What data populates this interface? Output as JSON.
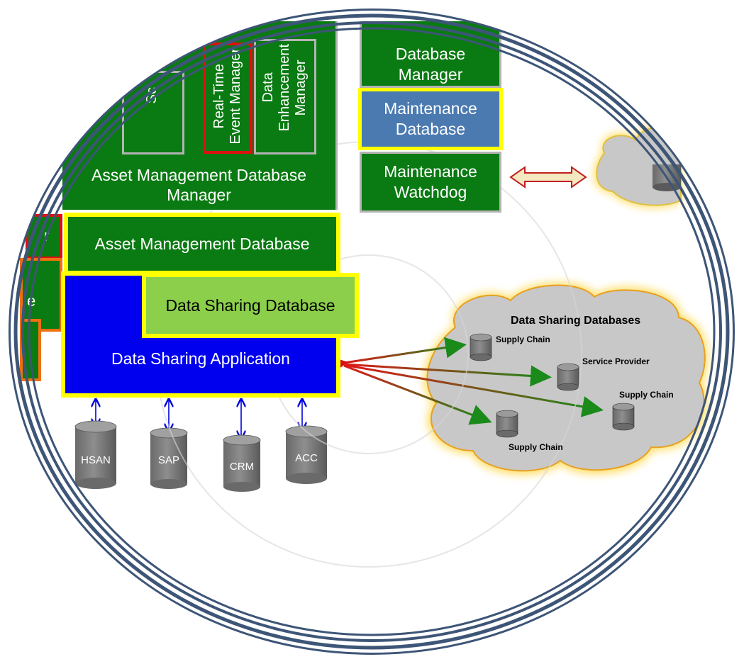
{
  "diagram": {
    "boxes": {
      "database_manager": "Database\nManager",
      "maintenance_database": "Maintenance\nDatabase",
      "maintenance_watchdog": "Maintenance\nWatchdog",
      "asset_mgmt_db_manager": "Asset Management Database\nManager",
      "asset_mgmt_database": "Asset Management Database",
      "data_sharing_database": "Data Sharing Database",
      "data_sharing_application": "Data Sharing Application",
      "sc_partial": "Sc",
      "realtime_event_manager": "Real-Time\nEvent Manager",
      "data_enhancement_manager": "Data\nEnhancement\nManager",
      "left_partial_r": "r",
      "left_partial_e": "e"
    },
    "cylinders": [
      "HSAN",
      "SAP",
      "CRM",
      "ACC"
    ],
    "cloud": {
      "title": "Data Sharing Databases",
      "nodes": [
        "Supply Chain",
        "Service Provider",
        "Supply Chain",
        "Supply Chain"
      ]
    },
    "colors": {
      "green": "#0a7a12",
      "blue": "#0000ee",
      "light_green": "#8ccf4a",
      "steel_blue": "#4a7ab0",
      "yellow": "#ffff00",
      "ring": "#3d5577",
      "cloud_fill": "#c8c8c8",
      "cloud_glow": "#ffd84a"
    }
  }
}
